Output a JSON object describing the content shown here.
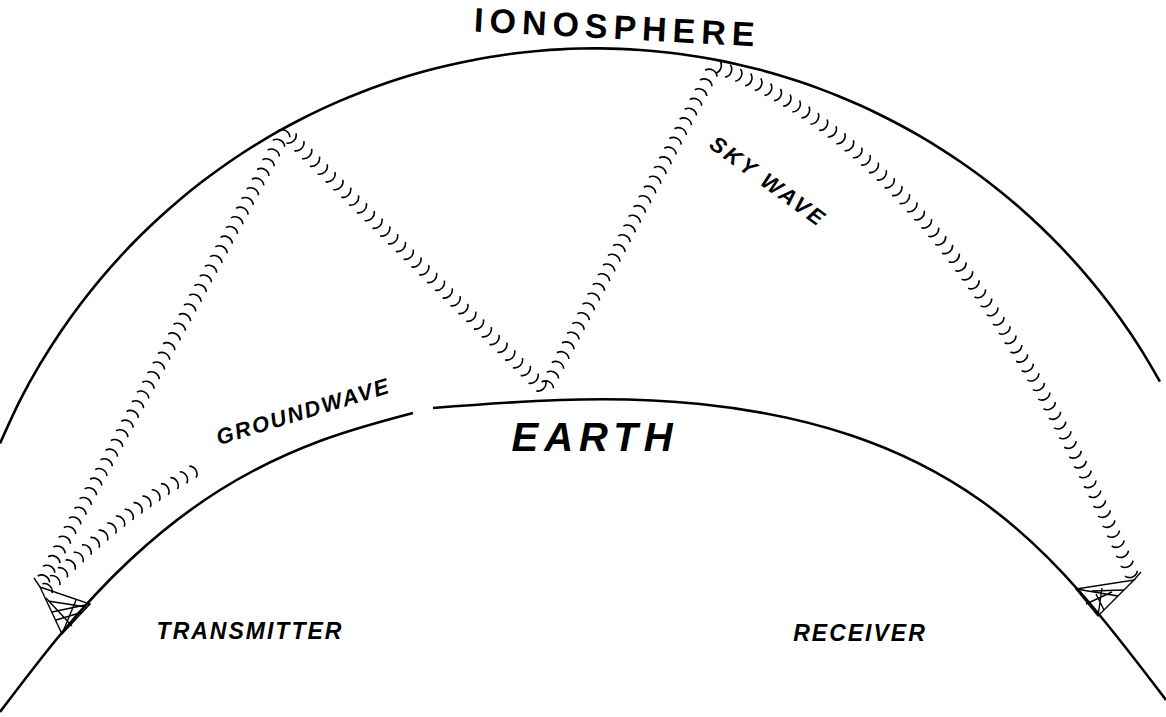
{
  "diagram": {
    "labels": [
      "IONOSPHERE",
      "SKY WAVE",
      "EARTH",
      "GROUNDWAVE",
      "TRANSMITTER",
      "RECEIVER"
    ]
  }
}
